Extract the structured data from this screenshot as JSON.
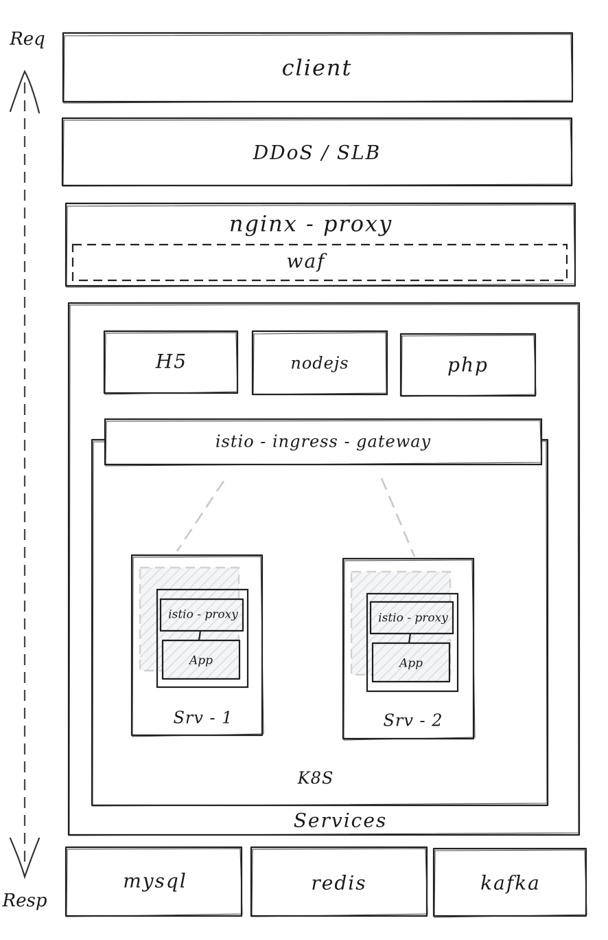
{
  "flow": {
    "top_label": "Req",
    "bottom_label": "Resp"
  },
  "layers": {
    "client": "client",
    "ddos_slb": "DDoS / SLB",
    "nginx_proxy": "nginx - proxy",
    "waf": "waf"
  },
  "services": {
    "label": "Services",
    "frontends": [
      "H5",
      "nodejs",
      "php"
    ],
    "k8s": {
      "label": "K8S",
      "gateway": "istio - ingress - gateway",
      "pods": [
        {
          "name": "Srv - 1",
          "proxy": "istio - proxy",
          "app": "App"
        },
        {
          "name": "Srv - 2",
          "proxy": "istio - proxy",
          "app": "App"
        }
      ]
    }
  },
  "storage": [
    "mysql",
    "redis",
    "kafka"
  ]
}
